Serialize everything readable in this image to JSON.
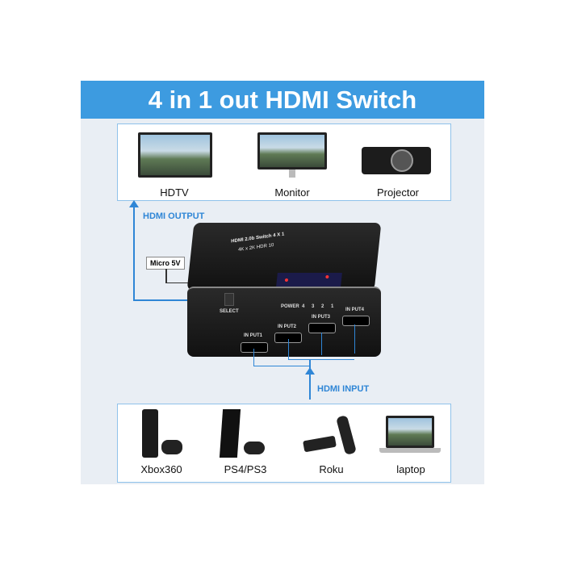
{
  "title": "4 in 1 out HDMI Switch",
  "outputs": [
    {
      "label": "HDTV",
      "icon": "tv-icon"
    },
    {
      "label": "Monitor",
      "icon": "monitor-icon"
    },
    {
      "label": "Projector",
      "icon": "projector-icon"
    }
  ],
  "hdmi_output": "HDMI OUTPUT",
  "micro5v": "Micro 5V",
  "hdmi_input": "HDMI INPUT",
  "switch": {
    "top_text": "HDMI 2.0b Switch 4 X 1",
    "sub_text": "4K x 2K HDR 10",
    "select": "SELECT",
    "power": "POWER",
    "leds": [
      "4",
      "3",
      "2",
      "1"
    ],
    "ports": [
      "IN PUT1",
      "IN PUT2",
      "IN PUT3",
      "IN PUT4"
    ]
  },
  "inputs": [
    {
      "label": "Xbox360",
      "icon": "xbox-icon"
    },
    {
      "label": "PS4/PS3",
      "icon": "playstation-icon"
    },
    {
      "label": "Roku",
      "icon": "roku-icon"
    },
    {
      "label": "laptop",
      "icon": "laptop-icon"
    }
  ],
  "colors": {
    "accent": "#3d9be0",
    "line": "#2f86d6",
    "panel": "#e9eef4"
  }
}
